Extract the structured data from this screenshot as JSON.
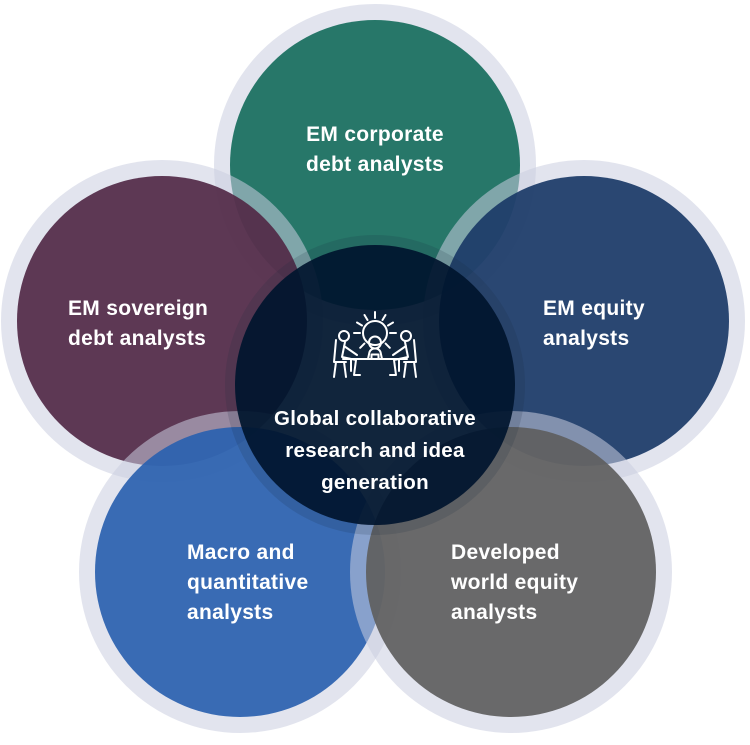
{
  "diagram_title": "Global collaborative research and idea generation",
  "colors": {
    "background": "#FFFFFF",
    "halo": "#E2E4EE",
    "center_halo": "#16293F",
    "text": "#FFFFFF"
  },
  "center": {
    "label_lines": [
      "Global collaborative",
      "research and idea",
      "generation"
    ],
    "color": "#14283F",
    "icon": "meeting-idea-icon"
  },
  "circles": [
    {
      "id": "top",
      "label_lines": [
        "EM corporate",
        "debt analysts"
      ],
      "color": "#2A7A6A"
    },
    {
      "id": "left",
      "label_lines": [
        "EM sovereign",
        "debt analysts"
      ],
      "color": "#5F3A56"
    },
    {
      "id": "right",
      "label_lines": [
        "EM equity",
        "analysts"
      ],
      "color": "#2C4A73"
    },
    {
      "id": "bottom-left",
      "label_lines": [
        "Macro and",
        "quantitative",
        "analysts"
      ],
      "color": "#3B6EB5"
    },
    {
      "id": "bottom-right",
      "label_lines": [
        "Developed",
        "world equity",
        "analysts"
      ],
      "color": "#6B6B6B"
    }
  ]
}
